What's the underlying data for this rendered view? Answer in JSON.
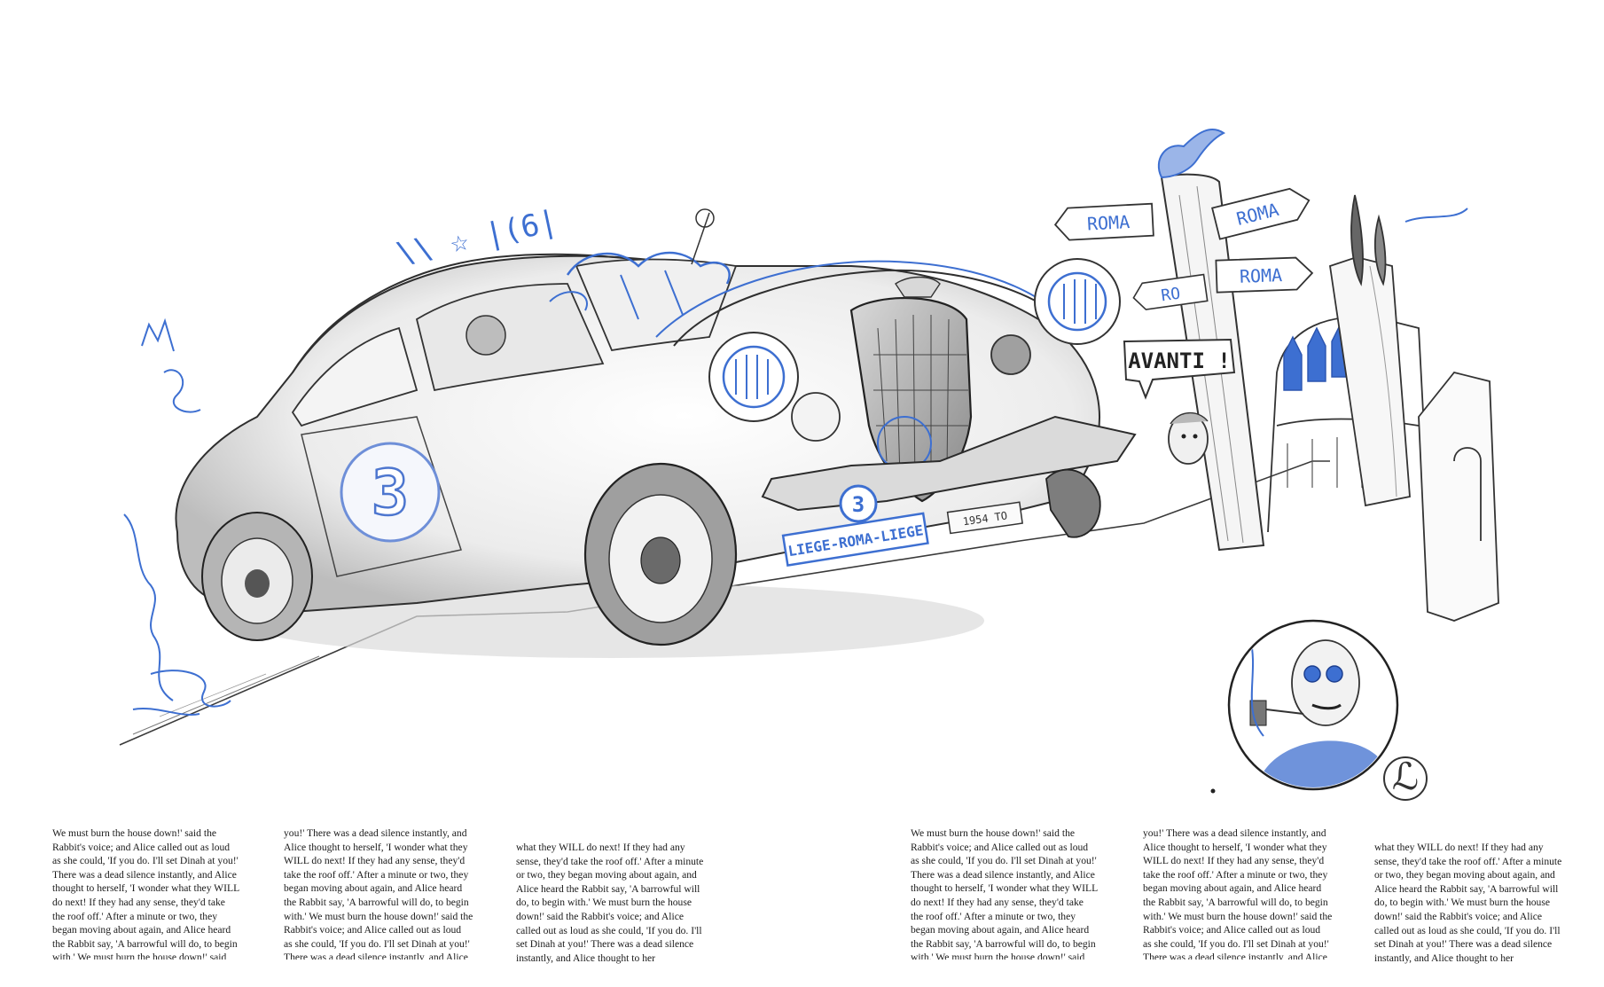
{
  "illustration": {
    "signs": {
      "roma_left": "ROMA",
      "roma_right_top": "ROMA",
      "roma_right_bottom": "ROMA",
      "ro_fragment": "RO",
      "avanti": "AVANTI !"
    },
    "car": {
      "race_number": "3",
      "plate_front": "LIEGE-ROMA-LIEGE",
      "plate_number": "1954 TO"
    },
    "sketch_marks": "\\\\ ☆ |(6|",
    "signature": "ℒ",
    "colors": {
      "pencil": "#3a3a3a",
      "blue": "#3d6fd1",
      "shade": "#9a9a9a"
    }
  },
  "columns": [
    "We must burn the house down!' said the\nRabbit's voice; and Alice called  out as loud\nas she could, 'If you do. I'll set Dinah at you!'\nThere was a dead silence instantly, and Alice\nthought to herself, 'I  wonder what they WILL\ndo next! If they had any sense, they'd take\nthe  roof off.' After a minute or two, they\nbegan moving about again, and  Alice heard\nthe Rabbit say, 'A barrowful will do, to begin\nwith.' We must burn the house down!' said",
    "you!' There was a dead silence instantly, and\nAlice thought to herself, 'I  wonder what they\nWILL do next! If they had any sense, they'd\ntake the  roof off.' After a minute or two, they\nbegan moving about again, and  Alice heard\nthe Rabbit say, 'A barrowful will do, to begin\nwith.' We must burn the house down!' said the\nRabbit's voice; and Alice called  out as loud\nas she could, 'If you do. I'll set Dinah at you!'\nThere was a dead silence instantly, and Alice",
    "what they WILL do next! If they had any\nsense, they'd take the  roof off.' After a minute\nor two, they began moving about again, and\nAlice heard the Rabbit say, 'A barrowful will\ndo, to begin with.' We must burn the house\ndown!' said the Rabbit's voice; and Alice\ncalled  out as loud as she could, 'If you do. I'll\nset Dinah at you!' There was a dead silence\ninstantly, and Alice thought to her",
    "We must burn the house down!' said the\nRabbit's voice; and Alice called  out as loud\nas she could, 'If you do. I'll set Dinah at you!'\nThere was a dead silence instantly, and Alice\nthought to herself, 'I  wonder what they WILL\ndo next! If they had any sense, they'd take\nthe  roof off.' After a minute or two, they\nbegan moving about again, and  Alice heard\nthe Rabbit say, 'A barrowful will do, to begin\nwith.' We must burn the house down!' said",
    "you!' There was a dead silence instantly, and\nAlice thought to herself, 'I  wonder what they\nWILL do next! If they had any sense, they'd\ntake the  roof off.' After a minute or two, they\nbegan moving about again, and  Alice heard\nthe Rabbit say, 'A barrowful will do, to begin\nwith.' We must burn the house down!' said the\nRabbit's voice; and Alice called  out as loud\nas she could, 'If you do. I'll set Dinah at you!'\nThere was a dead silence instantly, and Alice",
    "what they WILL do next! If they had any\nsense, they'd take the  roof off.' After a minute\nor two, they began moving about again, and\nAlice heard the Rabbit say, 'A barrowful will\ndo, to begin with.' We must burn the house\ndown!' said the Rabbit's voice; and Alice\ncalled  out as loud as she could, 'If you do. I'll\nset Dinah at you!' There was a dead silence\ninstantly, and Alice thought to her"
  ]
}
